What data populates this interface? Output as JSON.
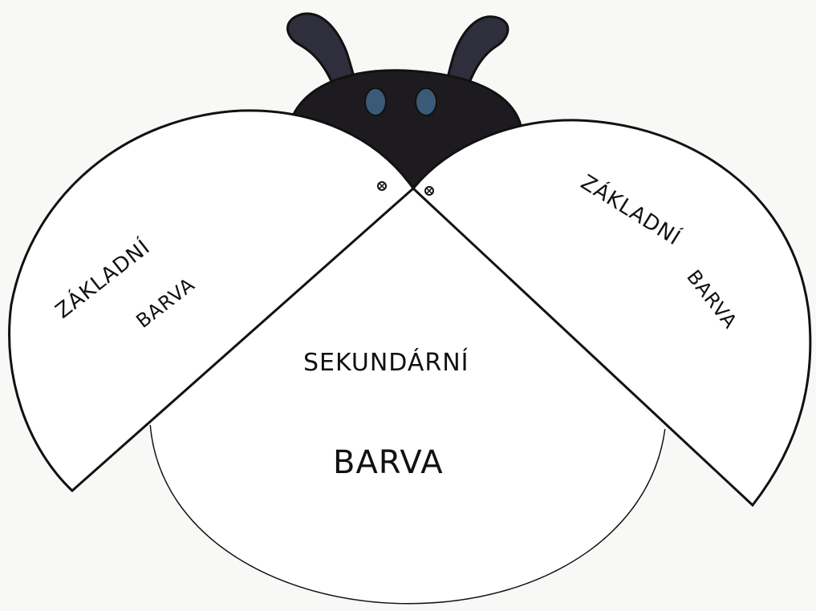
{
  "labels": {
    "left_wing_line1": "ZÁKLADNÍ",
    "left_wing_line2": "BARVA",
    "right_wing_line1": "ZÁKLADNÍ",
    "right_wing_line2": "BARVA",
    "body_line1": "SEKUNDÁRNÍ",
    "body_line2": "BARVA"
  },
  "colors": {
    "head": "#1e1b20",
    "antenna": "#2e2e3c",
    "eyes": "#3a5a78",
    "outline": "#111111",
    "fill": "#ffffff",
    "background": "#f8f8f6"
  }
}
